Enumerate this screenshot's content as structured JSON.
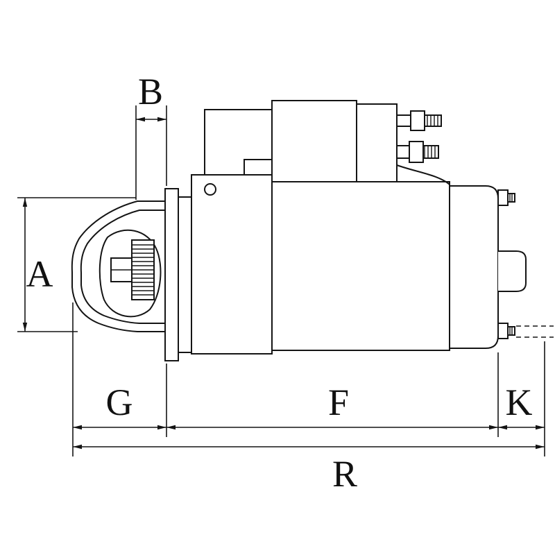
{
  "figure": {
    "subject": "starter-motor-side-view-dimensional-drawing",
    "background_color": "#ffffff",
    "line_color": "#141414"
  },
  "dimension_labels": {
    "a": "A",
    "b": "B",
    "g": "G",
    "f": "F",
    "k": "K",
    "r": "R"
  }
}
